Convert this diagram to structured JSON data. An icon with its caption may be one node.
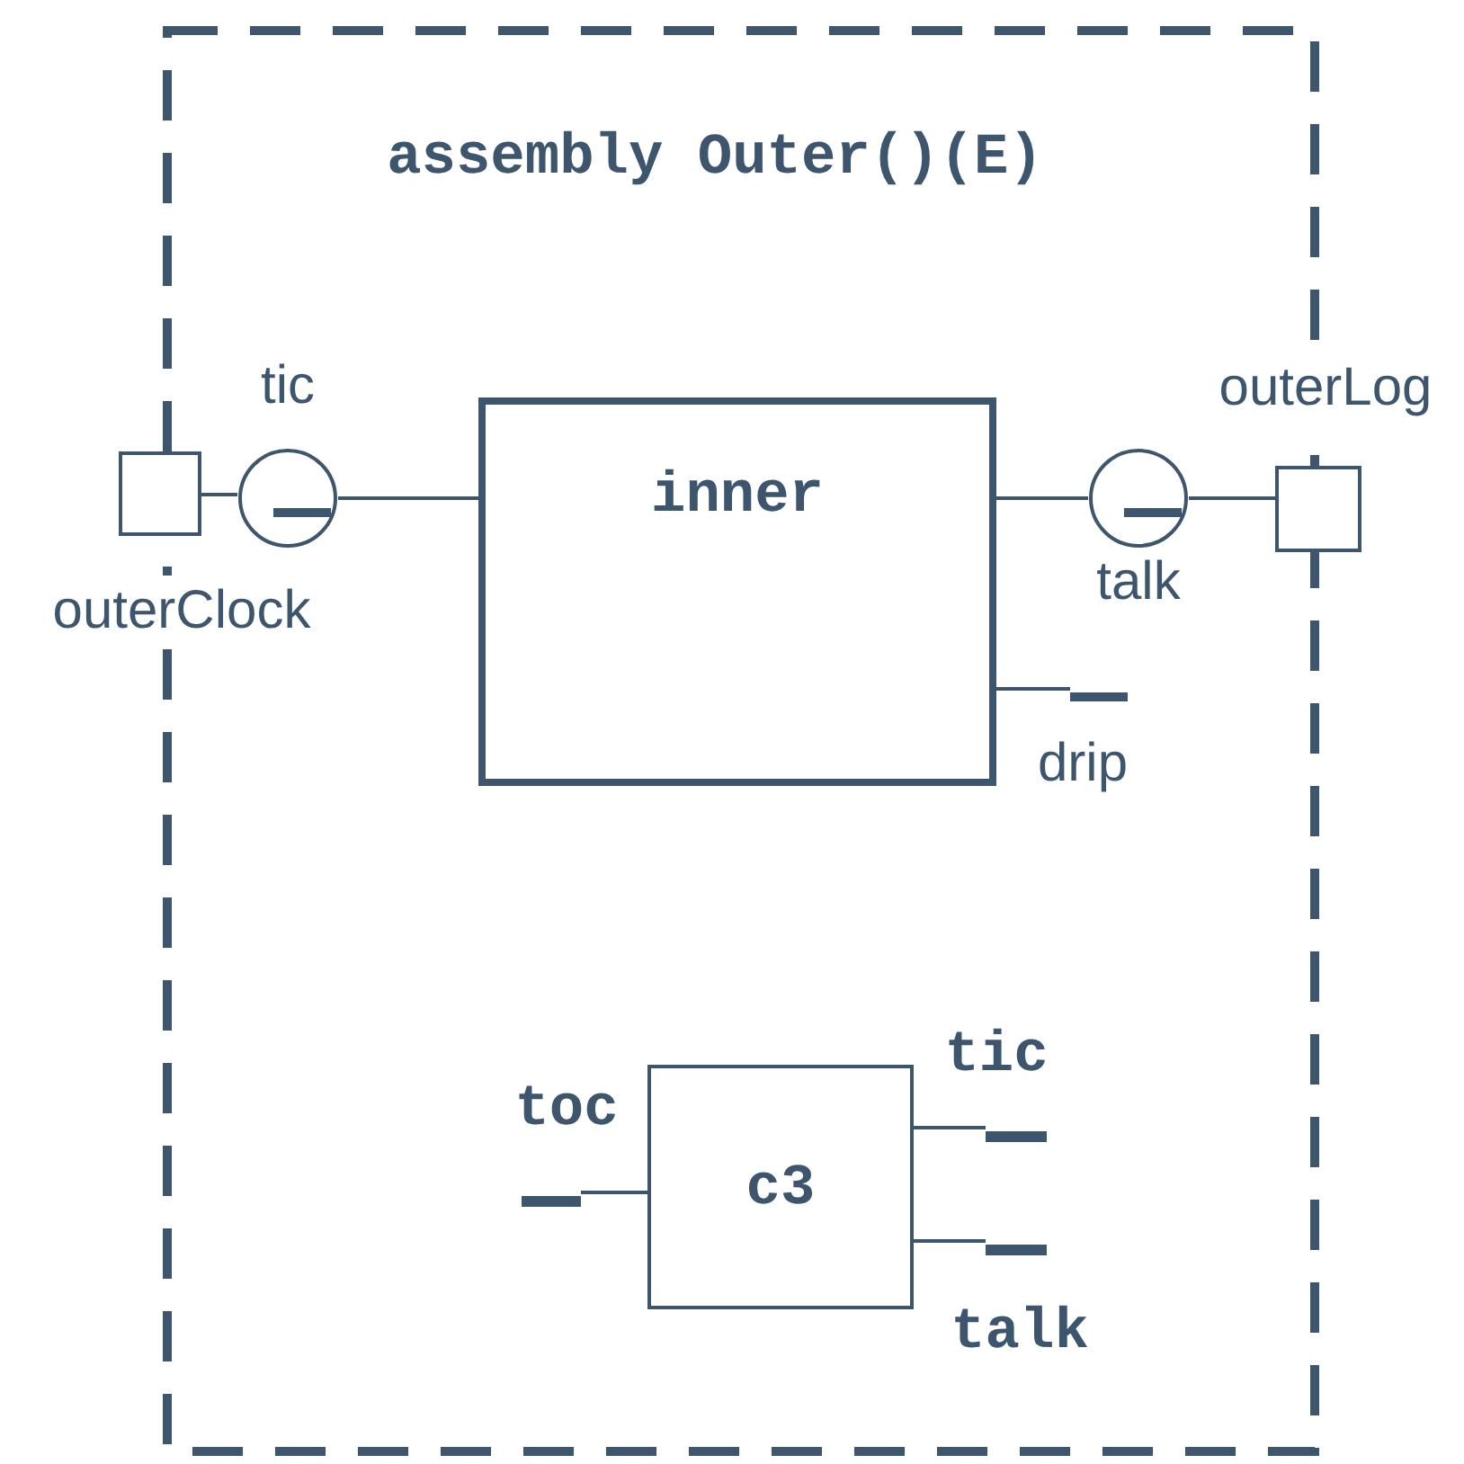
{
  "diagram": {
    "nodes": [
      {
        "text": [
          "assembly Outer()(E)"
        ]
      },
      {
        "text": [
          "outerClock"
        ]
      },
      {
        "text": [
          "tic"
        ]
      },
      {
        "text": [
          "inner"
        ],
        "in": 0
      },
      {
        "text": [
          "talk"
        ],
        "in": 0
      },
      {
        "text": [
          "outerLog"
        ]
      },
      {
        "text": [
          "drip"
        ],
        "in": 0
      },
      {
        "text": [
          "c3"
        ],
        "in": 0
      },
      {
        "text": [
          "toc"
        ],
        "in": 0
      },
      {
        "text": [
          "tic"
        ],
        "in": 0
      },
      {
        "text": [
          "talk"
        ],
        "in": 0
      }
    ],
    "edges": [
      {
        "from": 1,
        "to": 2,
        "arrow": "none"
      },
      {
        "from": 2,
        "to": 3,
        "arrow": "none"
      },
      {
        "from": 3,
        "to": 4,
        "arrow": "none"
      },
      {
        "from": 4,
        "to": 5,
        "arrow": "none"
      },
      {
        "from": 3,
        "to": 6,
        "arrow": "none"
      },
      {
        "from": 8,
        "to": 7,
        "arrow": "none"
      },
      {
        "from": 7,
        "to": 9,
        "arrow": "none"
      },
      {
        "from": 7,
        "to": 10,
        "arrow": "none"
      }
    ]
  }
}
